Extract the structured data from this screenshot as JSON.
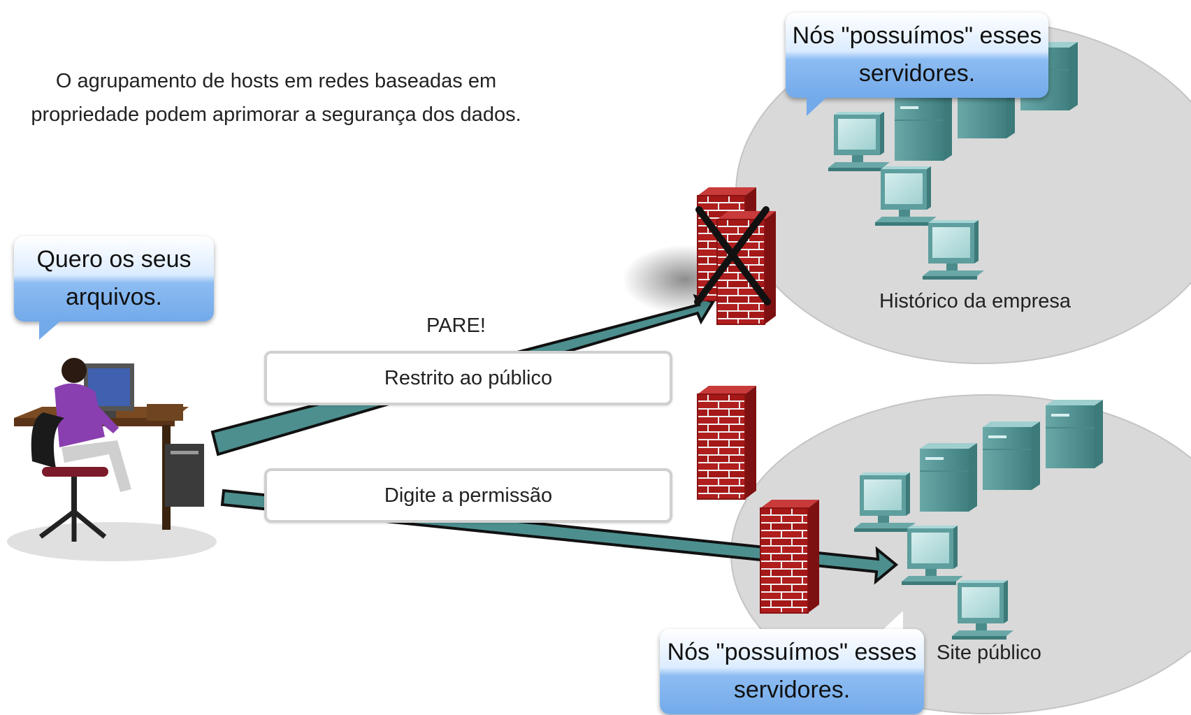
{
  "caption": "O agrupamento de hosts em redes baseadas em propriedade podem aprimorar a segurança dos dados.",
  "bubbles": {
    "user": "Quero os seus arquivos.",
    "company_owner": "Nós \"possuímos\" esses servidores.",
    "public_owner": "Nós \"possuímos\" esses servidores."
  },
  "labels": {
    "stop": "PARE!",
    "restricted": "Restrito ao público",
    "permission": "Digite a permissão",
    "company_network": "Histórico da empresa",
    "public_network": "Site público"
  },
  "colors": {
    "arrow": "#4d8f8f",
    "brick": "#b22222",
    "network_ellipse": "#d9d9d9",
    "device": "#5e9e9e",
    "bubble": "#7fb2ee"
  },
  "icons": {
    "user": "user-at-computer-icon",
    "firewall": "brick-firewall-icon",
    "server": "server-tower-icon",
    "workstation": "workstation-icon",
    "blocked": "x-cross-icon"
  }
}
